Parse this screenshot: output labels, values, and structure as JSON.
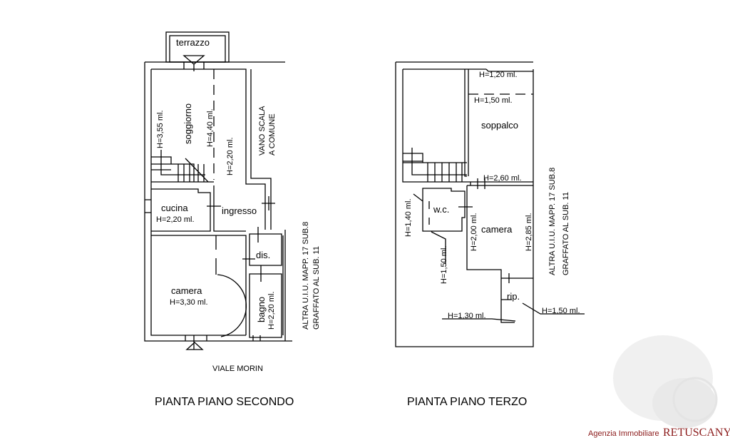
{
  "plan_secondo": {
    "title": "PIANTA PIANO SECONDO",
    "street": "VIALE MORIN",
    "rooms": {
      "terrazzo": "terrazzo",
      "soggiorno": "soggiorno",
      "cucina": "cucina",
      "cucina_h": "H=2,20 ml.",
      "ingresso": "ingresso",
      "ingresso_h": "H=2,20 ml.",
      "camera": "camera",
      "camera_h": "H=3,30 ml.",
      "dis": "dis.",
      "bagno": "bagno",
      "bagno_h": "H=2,20 ml."
    },
    "heights": {
      "left": "H=3,55 ml.",
      "center": "H=4,40 ml."
    },
    "vano_scala": [
      "VANO SCALA",
      "A COMUNE"
    ],
    "note": [
      "ALTRA U.I.U. MAPP.   17 SUB.8",
      "GRAFFATO AL SUB.   11"
    ]
  },
  "plan_terzo": {
    "title": "PIANTA PIANO TERZO",
    "rooms": {
      "soppalco": "soppalco",
      "wc": "w.c.",
      "camera": "camera",
      "rip": "rip."
    },
    "heights": {
      "h120": "H=1,20 ml.",
      "h150_top": "H=1,50 ml.",
      "h260": "H=2,60 ml.",
      "h140": "H=1,40 ml.",
      "h150_wc": "H=1,50 ml.",
      "h200": "H=2,00 ml.",
      "h285": "H=2,85 ml.",
      "h130": "H=1,30 ml.",
      "h150_rip": "H=1,50 ml."
    },
    "note": [
      "ALTRA U.I.U. MAPP.   17 SUB.8",
      "GRAFFATO AL SUB.   11"
    ]
  },
  "watermark": {
    "agency": "Agenzia Immobiliare",
    "brand": "RETUSCANY",
    "brand_color": "#8b1a1a"
  }
}
